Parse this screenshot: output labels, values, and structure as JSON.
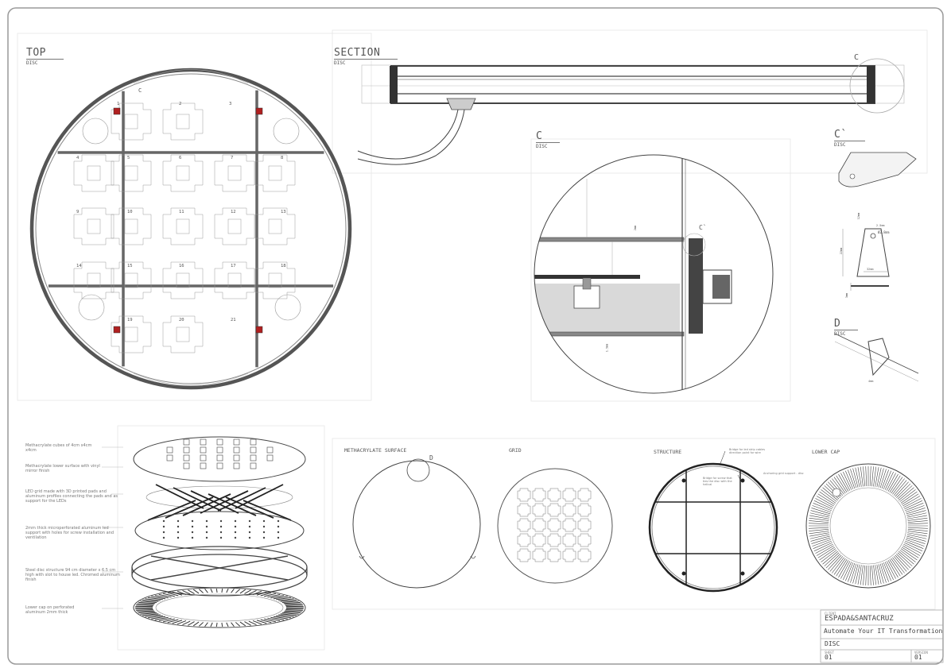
{
  "titles": {
    "top": "TOP",
    "section": "SECTION",
    "detail_c": "C",
    "detail_c2": "C`",
    "detail_d": "D",
    "sub": "DISC",
    "marker_c": "C",
    "marker_c2": "C`",
    "marker_d": "D"
  },
  "captions": {
    "surface": "METHACRYLATE SURFACE",
    "grid": "GRID",
    "structure": "STRUCTURE",
    "lower_cap": "LOWER CAP"
  },
  "structure_notes": {
    "bridge_led": "Bridge for led strip cables direction point for wire",
    "bridge_screw": "Bridge for screw that ties the disc with the helical",
    "grid_support": "Anchoring grid support - disc"
  },
  "explode_notes": [
    "Methacrylate cubes of 4cm x4cm x4cm",
    "Methacrylate lower surface with vinyl mirror finish",
    "LED grid made with 3D printed pads and aluminum profiles connecting the pads and as support for the LEDs",
    "2mm thick microperforated aluminum led support with holes for screw installation and ventilation",
    "Steel disc structure 94 cm diameter x 6.5 cm high with slot to house led. Chromed aluminum finish",
    "Lower cap on perforated aluminum 2mm thick"
  ],
  "dims": {
    "d1": "2mm",
    "d2": "12mm",
    "d3": "Ø2.8mm",
    "d4": "22mm",
    "d5": "32mm",
    "d6": "3mm",
    "d7": "1.5mm",
    "d8": "2.5mm",
    "d9": "4mm"
  },
  "top_numbers": [
    "1",
    "2",
    "3",
    "4",
    "5",
    "6",
    "7",
    "8",
    "9",
    "10",
    "11",
    "12",
    "13",
    "14",
    "15",
    "16",
    "17",
    "18",
    "19",
    "20",
    "21"
  ],
  "titleblock": {
    "client_label": "CLIENT",
    "client": "ESPADA&SANTACRUZ",
    "project": "Automate Your IT Transformation",
    "drawing": "DISC",
    "sheet_label": "SHEET",
    "sheet": "01",
    "version_label": "VERSION",
    "version": "01"
  },
  "colors": {
    "line": "#444444",
    "light": "#999999",
    "fill": "#d9d9d9",
    "red": "#b02020"
  }
}
